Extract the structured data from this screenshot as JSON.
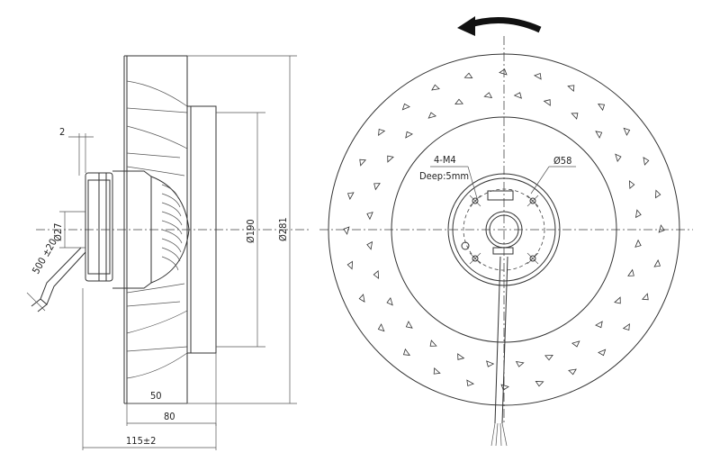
{
  "side_view": {
    "dim_2": "2",
    "dim_27": "Ø27",
    "dim_190": "Ø190",
    "dim_281": "Ø281",
    "dim_50": "50",
    "dim_80": "80",
    "dim_115": "115±2",
    "cable_length": "500 ±20"
  },
  "front_view": {
    "thread_label": "4-M4",
    "depth_label": "Deep:5mm",
    "dim_58": "Ø58"
  }
}
